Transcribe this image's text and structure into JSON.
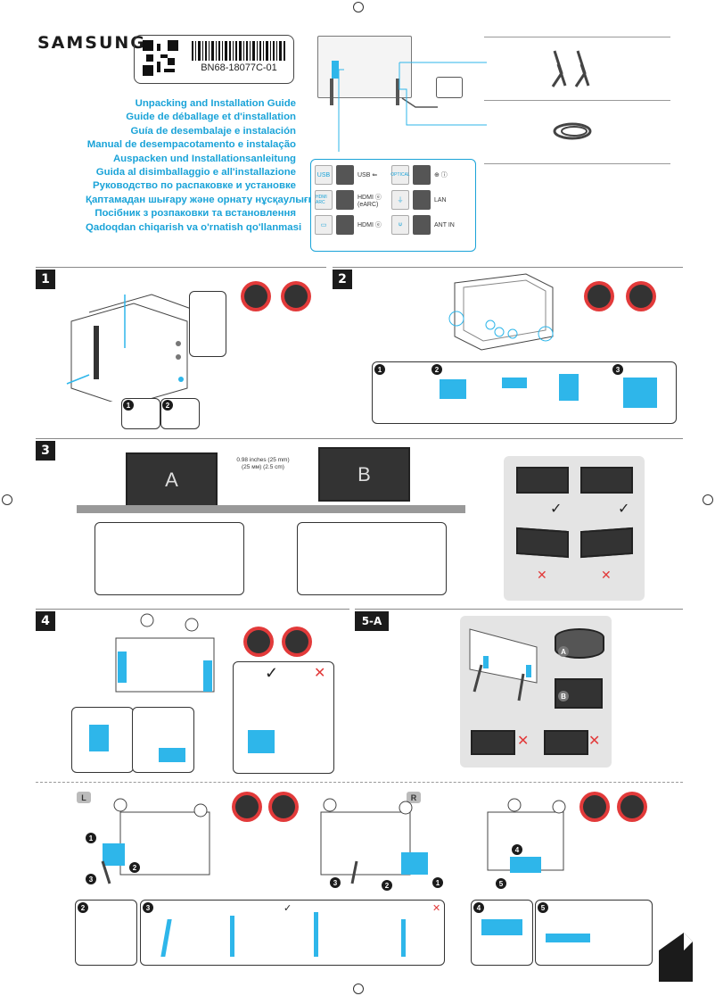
{
  "header": {
    "brand": "SAMSUNG",
    "part_number": "BN68-18077C-01"
  },
  "titles": [
    "Unpacking and Installation Guide",
    "Guide de déballage et d'installation",
    "Guía de desembalaje e instalación",
    "Manual de desempacotamento e instalação",
    "Auspacken und Installationsanleitung",
    "Guida al disimballaggio e all'installazione",
    "Руководство по распаковке и установке",
    "Қаптамадан шығару және орнату нұсқаулығы",
    "Посібник з розпаковки та встановлення",
    "Qadoqdan chiqarish va o'rnatish qo'llanmasi"
  ],
  "ports": {
    "usb_icon": "USB",
    "usb": "USB ⇐",
    "optical_icon": "OPTICAL",
    "ir": "⊕ ⓘ",
    "hdmi_arc_icon": "HDMI ARC",
    "hdmi_earc": "HDMI ⓔ (eARC)",
    "lan": "LAN",
    "hdmi": "HDMI ⓔ",
    "ant": "ANT IN"
  },
  "step_numbers": {
    "s1": "1",
    "s2": "2",
    "s3": "3",
    "s4": "4",
    "s5a": "5-A",
    "left": "L",
    "right": "R"
  },
  "step3": {
    "tv_a": "A",
    "tv_b": "B",
    "measure": "0.98 inches (25 mm)\n(25 мм) (2.5 cm)",
    "check": "✓",
    "cross": "✕"
  },
  "step5a": {
    "label_a": "A",
    "label_b": "B"
  },
  "sub_numbers": [
    "1",
    "2",
    "3",
    "4",
    "5"
  ],
  "colors": {
    "accent": "#1aa3d8",
    "warning": "#e23a3a",
    "step_badge": "#1b1b1b"
  }
}
